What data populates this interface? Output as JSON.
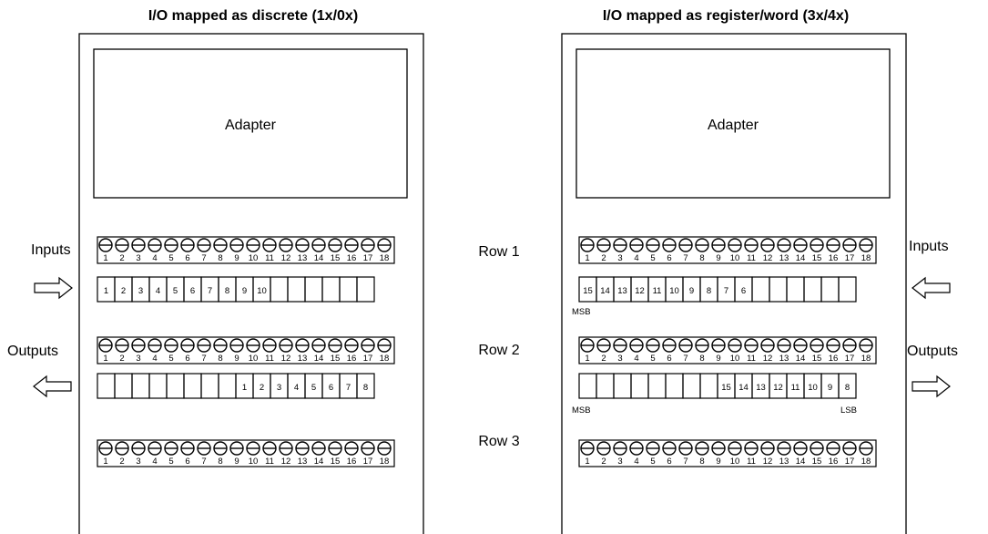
{
  "left_panel": {
    "title": "I/O mapped as discrete (1x/0x)",
    "adapter_label": "Adapter",
    "input_cells": [
      "1",
      "2",
      "3",
      "4",
      "5",
      "6",
      "7",
      "8",
      "9",
      "10",
      "",
      "",
      "",
      "",
      "",
      ""
    ],
    "output_cells": [
      "",
      "",
      "",
      "",
      "",
      "",
      "",
      "",
      "1",
      "2",
      "3",
      "4",
      "5",
      "6",
      "7",
      "8"
    ]
  },
  "right_panel": {
    "title": "I/O mapped as register/word (3x/4x)",
    "adapter_label": "Adapter",
    "input_cells": [
      "15",
      "14",
      "13",
      "12",
      "11",
      "10",
      "9",
      "8",
      "7",
      "6",
      "",
      "",
      "",
      "",
      "",
      ""
    ],
    "output_cells": [
      "",
      "",
      "",
      "",
      "",
      "",
      "",
      "",
      "15",
      "14",
      "13",
      "12",
      "11",
      "10",
      "9",
      "8"
    ],
    "input_msb_label": "MSB",
    "output_msb_label": "MSB",
    "output_lsb_label": "LSB"
  },
  "terminal_numbers": [
    "1",
    "2",
    "3",
    "4",
    "5",
    "6",
    "7",
    "8",
    "9",
    "10",
    "11",
    "12",
    "13",
    "14",
    "15",
    "16",
    "17",
    "18"
  ],
  "row_labels": [
    "Row 1",
    "Row 2",
    "Row 3"
  ],
  "side_labels": {
    "left_inputs": "Inputs",
    "left_outputs": "Outputs",
    "right_inputs": "Inputs",
    "right_outputs": "Outputs"
  }
}
